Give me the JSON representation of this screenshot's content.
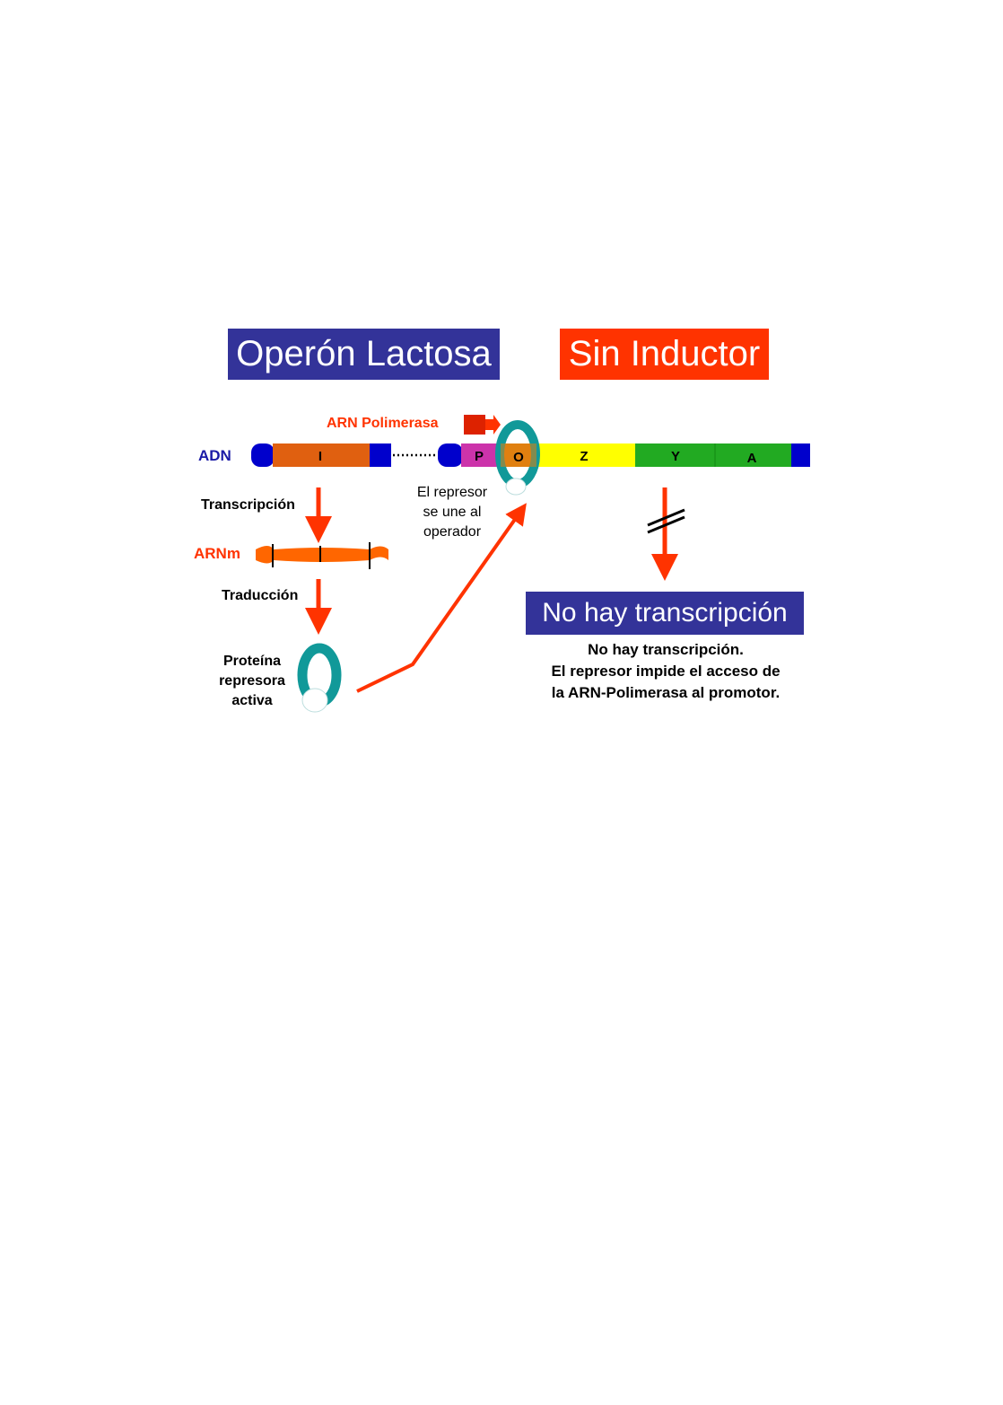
{
  "title": "Operón Lactosa",
  "subtitle": "Sin Inductor",
  "result_banner": "No hay transcripción",
  "labels": {
    "adn": "ADN",
    "arn_polimerasa": "ARN Polimerasa",
    "transcripcion": "Transcripción",
    "arnm": "ARNm",
    "traduccion": "Traducción",
    "proteina_lines": [
      "Proteína",
      "represora",
      "activa"
    ],
    "represor_lines": [
      "El represor",
      "se une al",
      "operador"
    ],
    "explanation_lines": [
      "No hay transcripción.",
      "El represor impide el acceso de",
      "la ARN-Polimerasa al promotor."
    ]
  },
  "genes": {
    "regulator": "I",
    "promoter": "P",
    "operator": "O",
    "z": "Z",
    "y": "Y",
    "a": "A"
  },
  "colors": {
    "title_bg": "#333399",
    "subtitle_bg": "#ff3300",
    "arrow": "#ff3300",
    "dna_cap": "#0000cc",
    "gene_i": "#e06010",
    "gene_p": "#cc33aa",
    "gene_o": "#e08010",
    "gene_z": "#ffff00",
    "gene_y": "#22aa22",
    "gene_a": "#22aa22",
    "repressor": "#119999"
  },
  "icons": [
    "arrow-down-icon",
    "repressor-protein-icon",
    "polymerase-flag-icon",
    "blocked-arrow-icon"
  ]
}
